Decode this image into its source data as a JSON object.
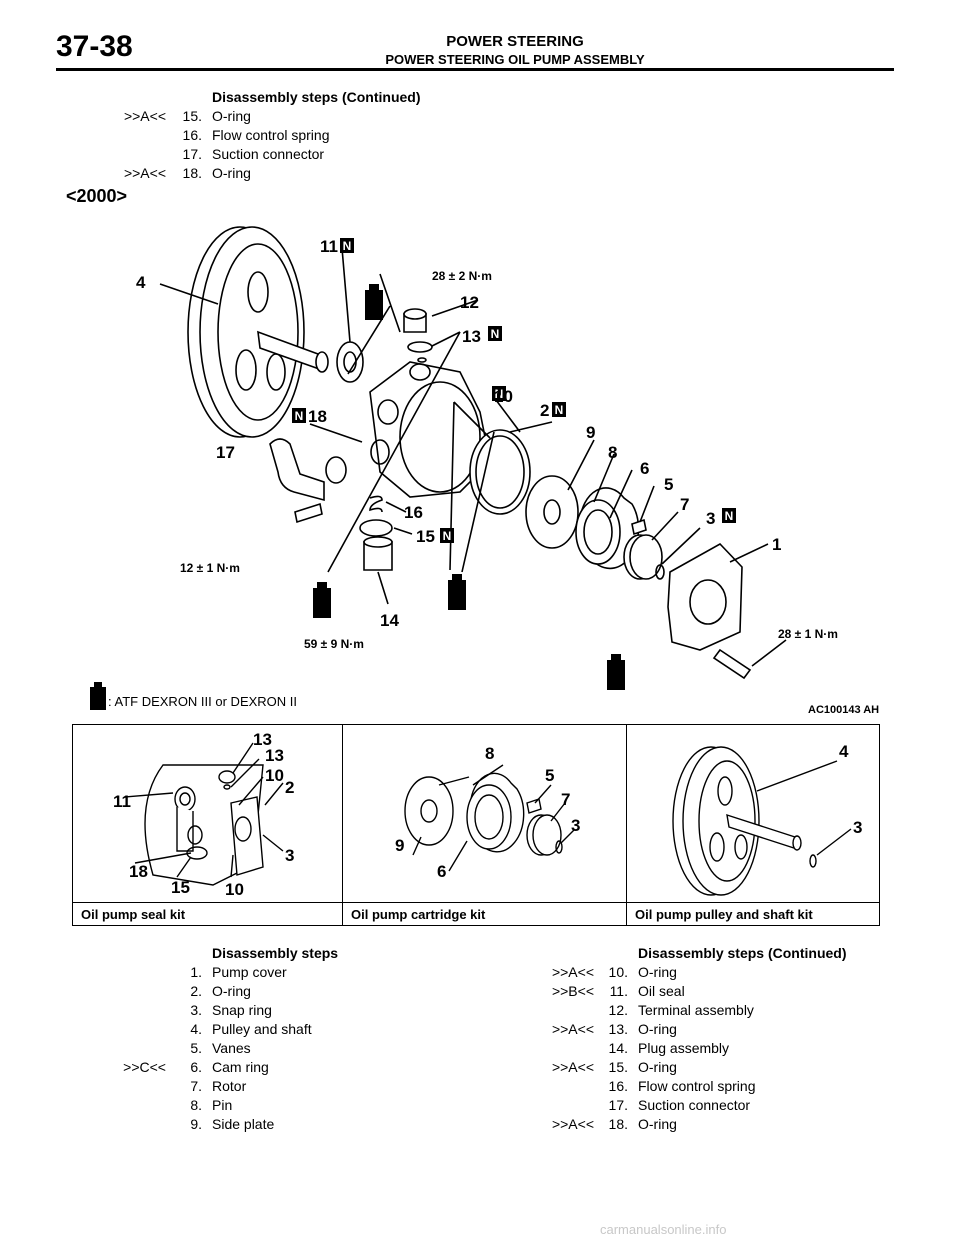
{
  "header": {
    "page_number": "37-38",
    "title": "POWER STEERING",
    "subtitle": "POWER STEERING OIL PUMP ASSEMBLY"
  },
  "top_steps": {
    "title": "Disassembly steps (Continued)",
    "items": [
      {
        "mark": ">>A<<",
        "num": "15.",
        "text": "O-ring"
      },
      {
        "mark": "",
        "num": "16.",
        "text": "Flow control spring"
      },
      {
        "mark": "",
        "num": "17.",
        "text": "Suction connector"
      },
      {
        "mark": ">>A<<",
        "num": "18.",
        "text": "O-ring"
      }
    ]
  },
  "model_year": "<2000>",
  "diagram": {
    "callouts": [
      "11",
      "4",
      "12",
      "13",
      "10",
      "2",
      "18",
      "9",
      "17",
      "8",
      "6",
      "5",
      "7",
      "16",
      "3",
      "15",
      "1",
      "14"
    ],
    "new_part_symbol": "N",
    "torques": {
      "terminal": "28 ± 2 N·m",
      "connector_bolt": "12 ± 1 N·m",
      "plug": "59 ± 9 N·m",
      "cover_bolt": "28 ± 1 N·m"
    },
    "legend": ": ATF DEXRON III or DEXRON II",
    "figure_id": "AC100143 AH"
  },
  "kits": [
    {
      "label": "Oil pump seal kit",
      "callouts": [
        "13",
        "13",
        "10",
        "11",
        "2",
        "3",
        "18",
        "15",
        "10"
      ]
    },
    {
      "label": "Oil pump cartridge kit",
      "callouts": [
        "8",
        "5",
        "7",
        "3",
        "9",
        "6"
      ]
    },
    {
      "label": "Oil pump pulley and shaft kit",
      "callouts": [
        "4",
        "3"
      ]
    }
  ],
  "steps_left": {
    "title": "Disassembly steps",
    "items": [
      {
        "mark": "",
        "num": "1.",
        "text": "Pump cover"
      },
      {
        "mark": "",
        "num": "2.",
        "text": "O-ring"
      },
      {
        "mark": "",
        "num": "3.",
        "text": "Snap ring"
      },
      {
        "mark": "",
        "num": "4.",
        "text": "Pulley and shaft"
      },
      {
        "mark": "",
        "num": "5.",
        "text": "Vanes"
      },
      {
        "mark": ">>C<<",
        "num": "6.",
        "text": "Cam ring"
      },
      {
        "mark": "",
        "num": "7.",
        "text": "Rotor"
      },
      {
        "mark": "",
        "num": "8.",
        "text": "Pin"
      },
      {
        "mark": "",
        "num": "9.",
        "text": "Side plate"
      }
    ]
  },
  "steps_right": {
    "title": "Disassembly steps (Continued)",
    "items": [
      {
        "mark": ">>A<<",
        "num": "10.",
        "text": "O-ring"
      },
      {
        "mark": ">>B<<",
        "num": "11.",
        "text": "Oil seal"
      },
      {
        "mark": "",
        "num": "12.",
        "text": "Terminal assembly"
      },
      {
        "mark": ">>A<<",
        "num": "13.",
        "text": "O-ring"
      },
      {
        "mark": "",
        "num": "14.",
        "text": "Plug assembly"
      },
      {
        "mark": ">>A<<",
        "num": "15.",
        "text": "O-ring"
      },
      {
        "mark": "",
        "num": "16.",
        "text": "Flow control spring"
      },
      {
        "mark": "",
        "num": "17.",
        "text": "Suction connector"
      },
      {
        "mark": ">>A<<",
        "num": "18.",
        "text": "O-ring"
      }
    ]
  },
  "watermark": "carmanualsonline.info"
}
